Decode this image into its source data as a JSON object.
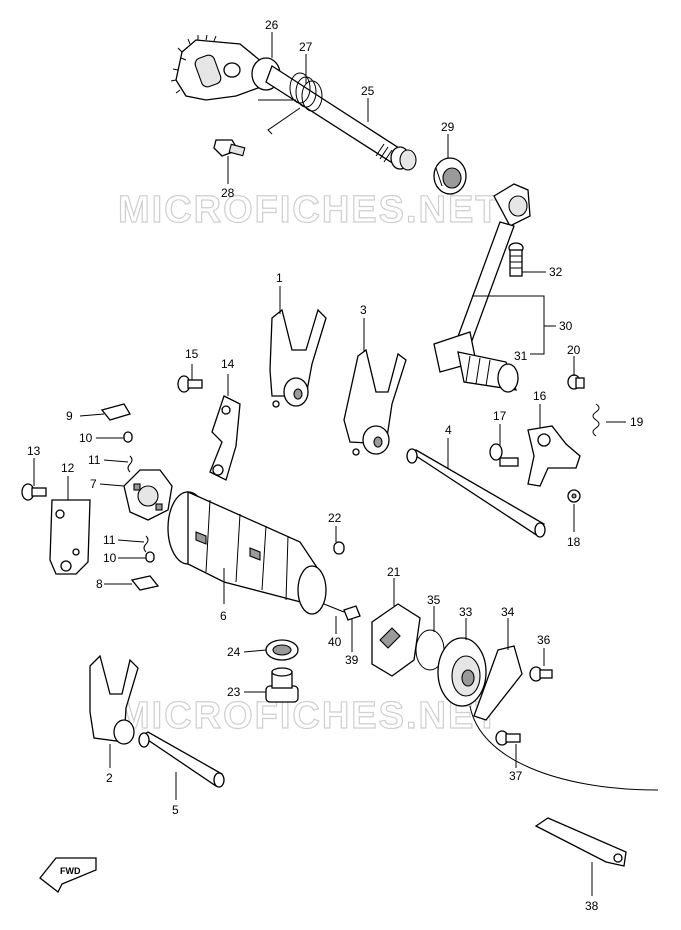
{
  "watermarks": [
    "MICROFICHES.NET",
    "MICROFICHES.NET"
  ],
  "fwd_label": "FWD",
  "callouts": {
    "p1": "1",
    "p2": "2",
    "p3": "3",
    "p4": "4",
    "p5": "5",
    "p6": "6",
    "p7": "7",
    "p8": "8",
    "p9": "9",
    "p10a": "10",
    "p10b": "10",
    "p11a": "11",
    "p11b": "11",
    "p12": "12",
    "p13": "13",
    "p14": "14",
    "p15": "15",
    "p16": "16",
    "p17": "17",
    "p18": "18",
    "p19": "19",
    "p20": "20",
    "p21": "21",
    "p22": "22",
    "p23": "23",
    "p24": "24",
    "p25": "25",
    "p26": "26",
    "p27": "27",
    "p28": "28",
    "p29": "29",
    "p30": "30",
    "p31": "31",
    "p32": "32",
    "p33": "33",
    "p34": "34",
    "p35": "35",
    "p36": "36",
    "p37": "37",
    "p38": "38",
    "p39": "39",
    "p40": "40"
  }
}
